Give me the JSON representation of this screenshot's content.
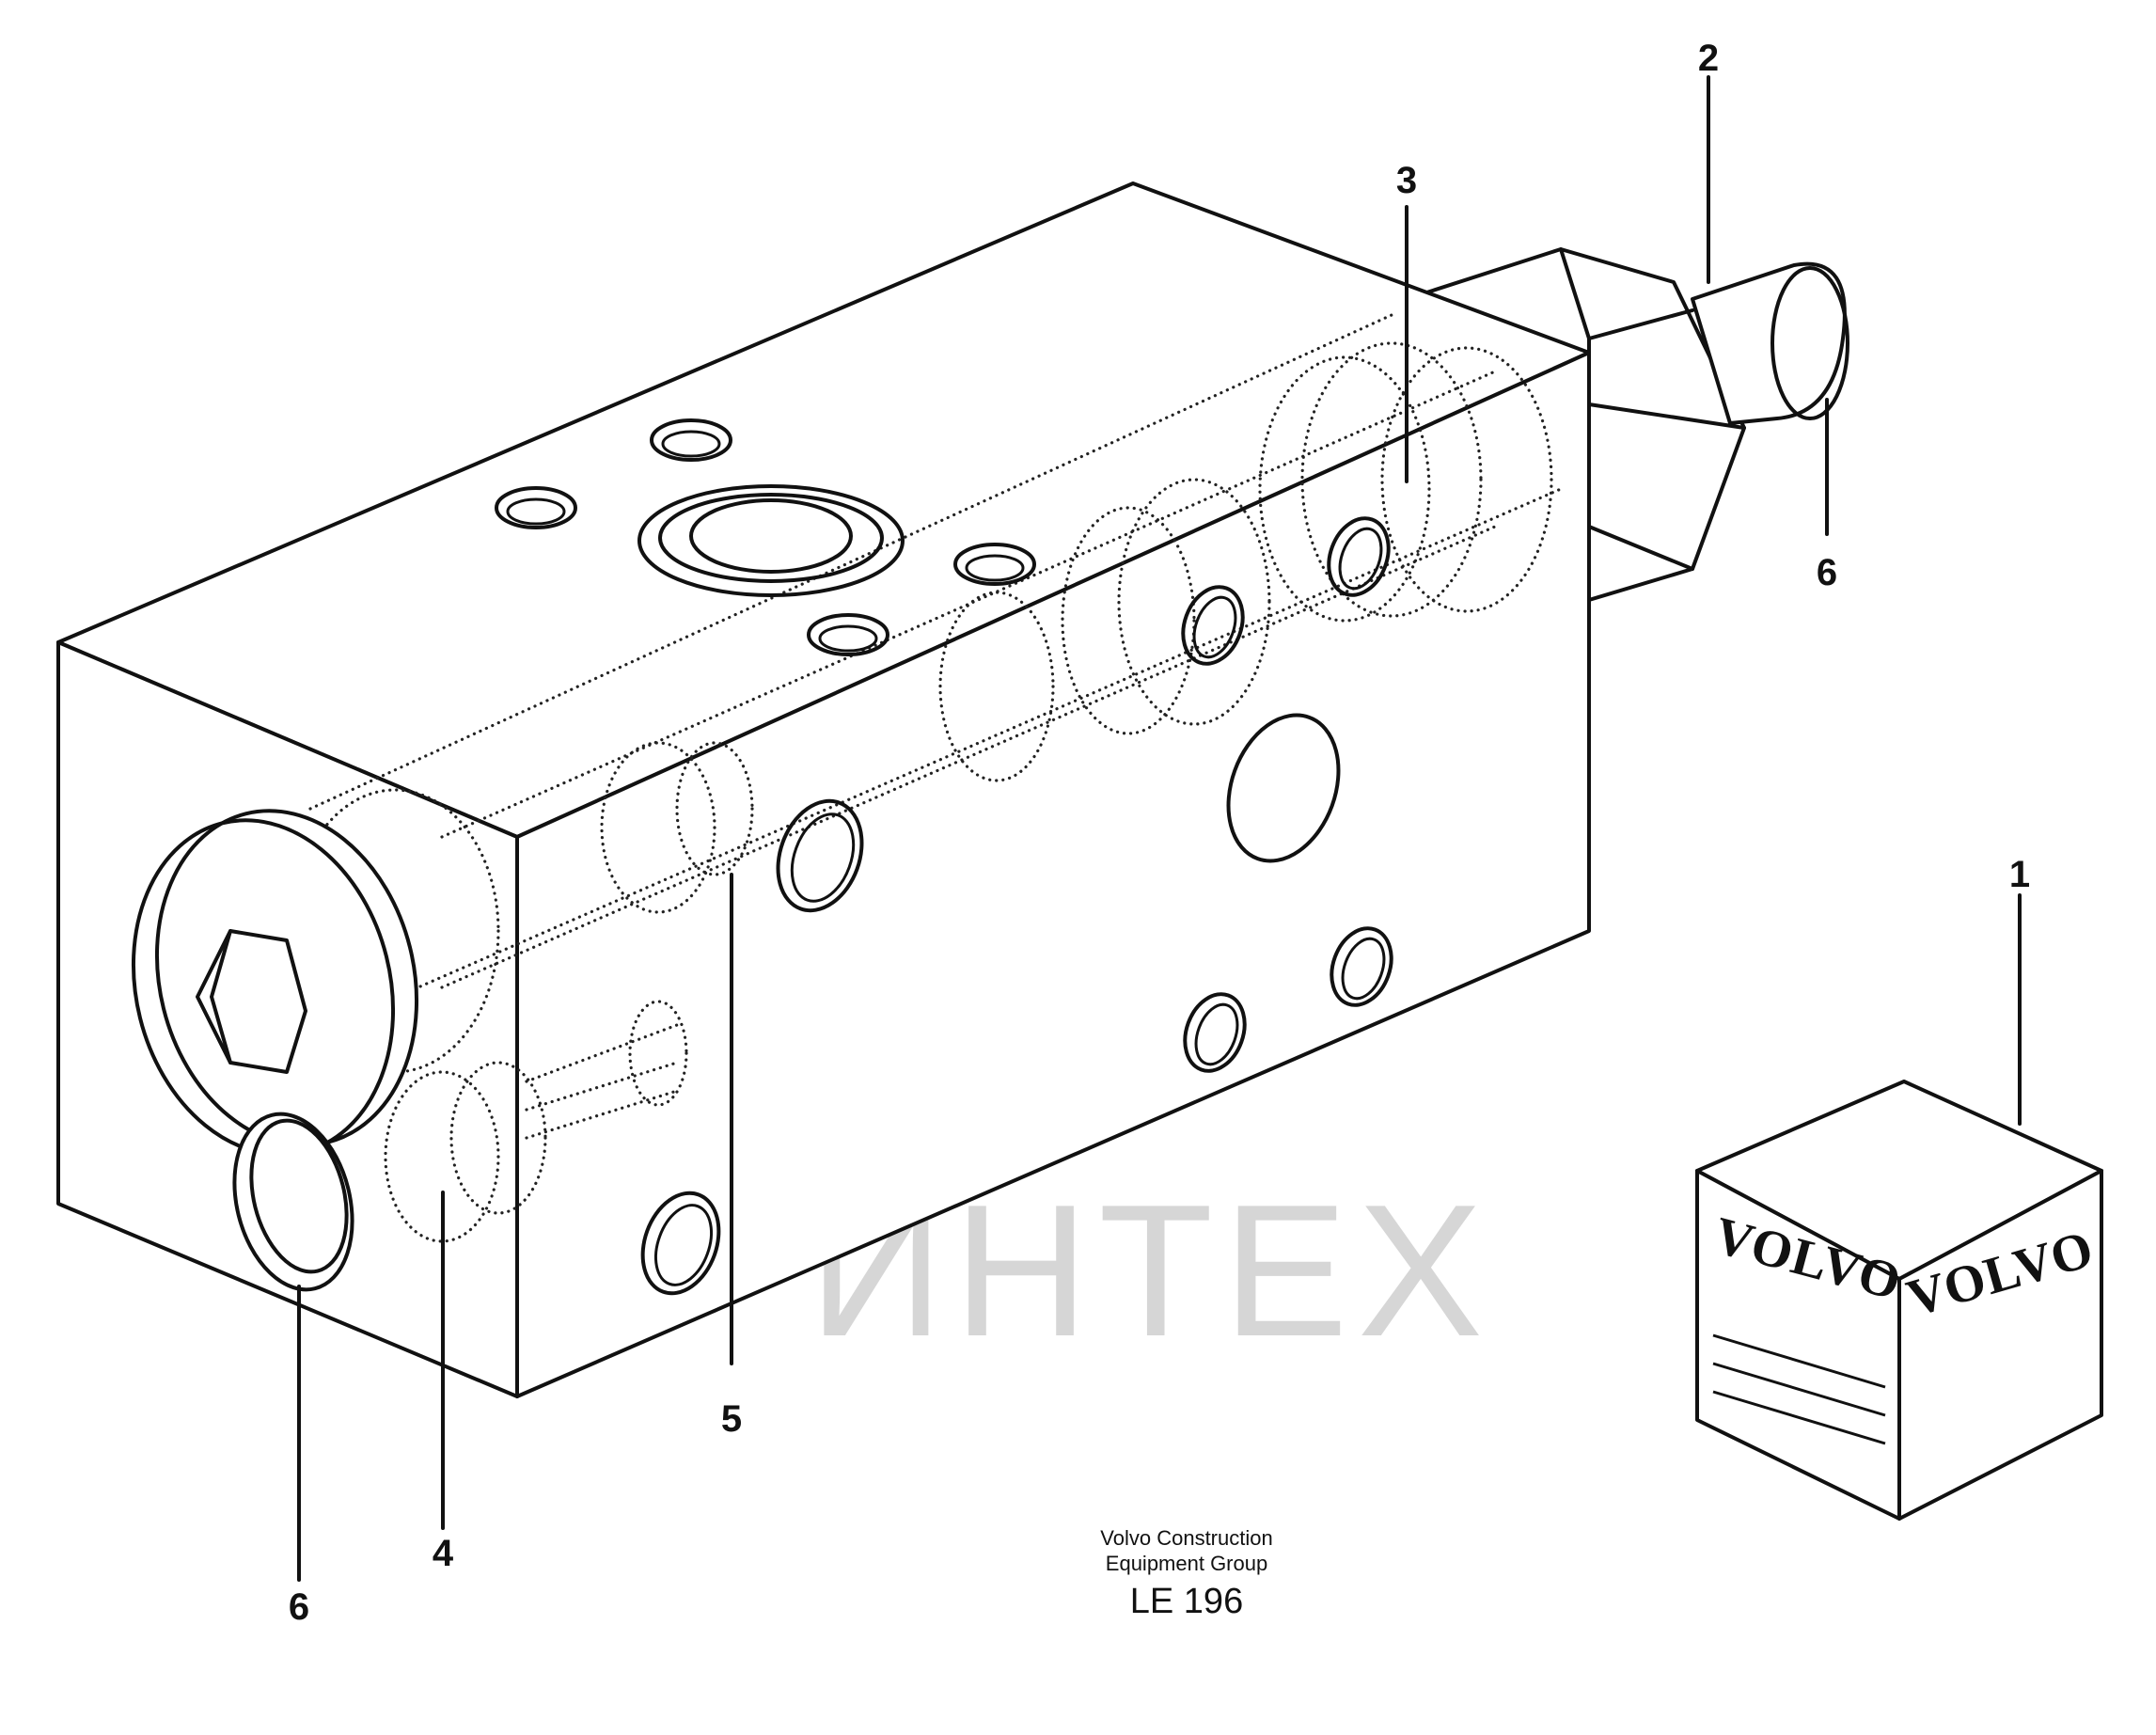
{
  "drawing": {
    "callouts": [
      {
        "id": "1",
        "label": "1"
      },
      {
        "id": "2",
        "label": "2"
      },
      {
        "id": "3",
        "label": "3"
      },
      {
        "id": "4",
        "label": "4"
      },
      {
        "id": "5",
        "label": "5"
      },
      {
        "id": "6a",
        "label": "6"
      },
      {
        "id": "6b",
        "label": "6"
      }
    ],
    "kit_box": {
      "brand_left": "VOLVO",
      "brand_right": "VOLVO"
    },
    "footer": {
      "line1": "Volvo Construction",
      "line2": "Equipment Group",
      "code": "LE 196"
    },
    "watermark": {
      "text": "ИНТЕХ",
      "color": "#f2b5b5"
    }
  }
}
